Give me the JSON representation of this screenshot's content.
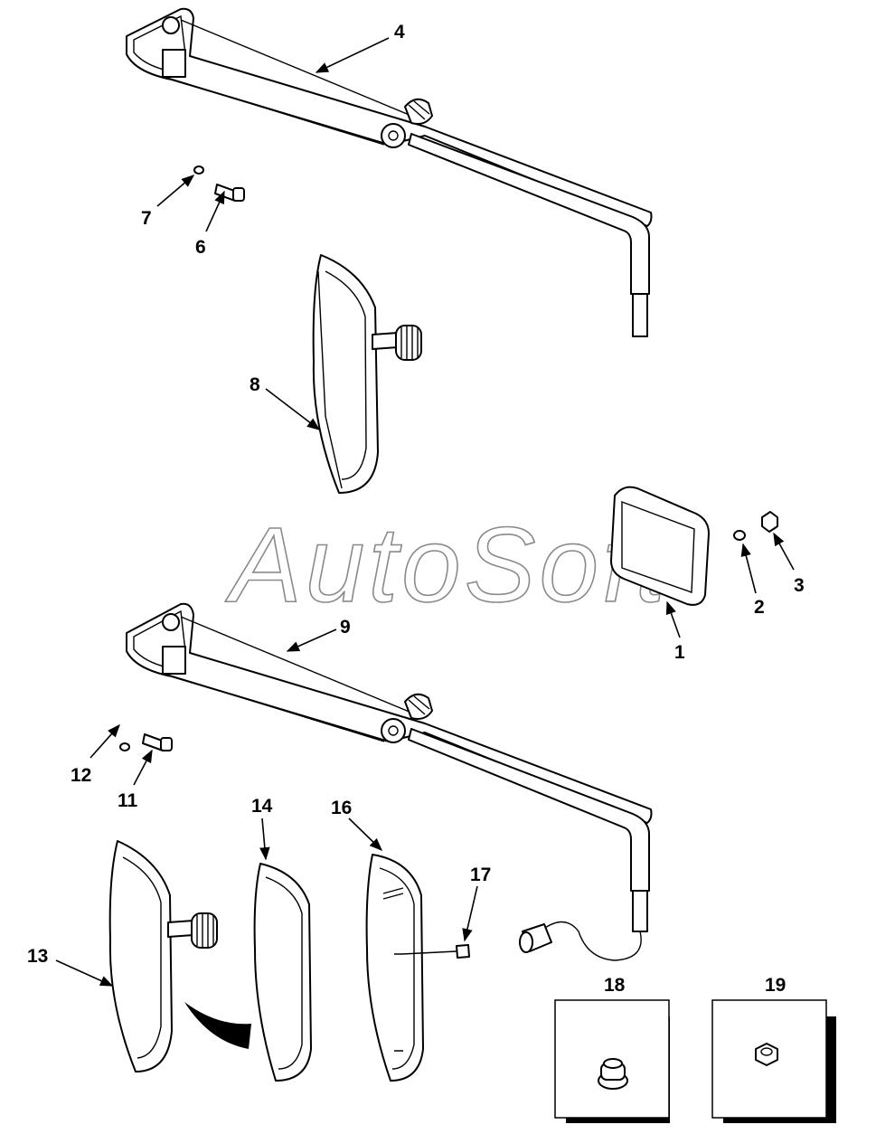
{
  "watermark": "AutoSoft",
  "callouts": {
    "c1": "1",
    "c2": "2",
    "c3": "3",
    "c4": "4",
    "c6": "6",
    "c7": "7",
    "c8": "8",
    "c9": "9",
    "c11": "11",
    "c12": "12",
    "c13": "13",
    "c14": "14",
    "c16": "16",
    "c17": "17",
    "c18": "18",
    "c19": "19"
  }
}
